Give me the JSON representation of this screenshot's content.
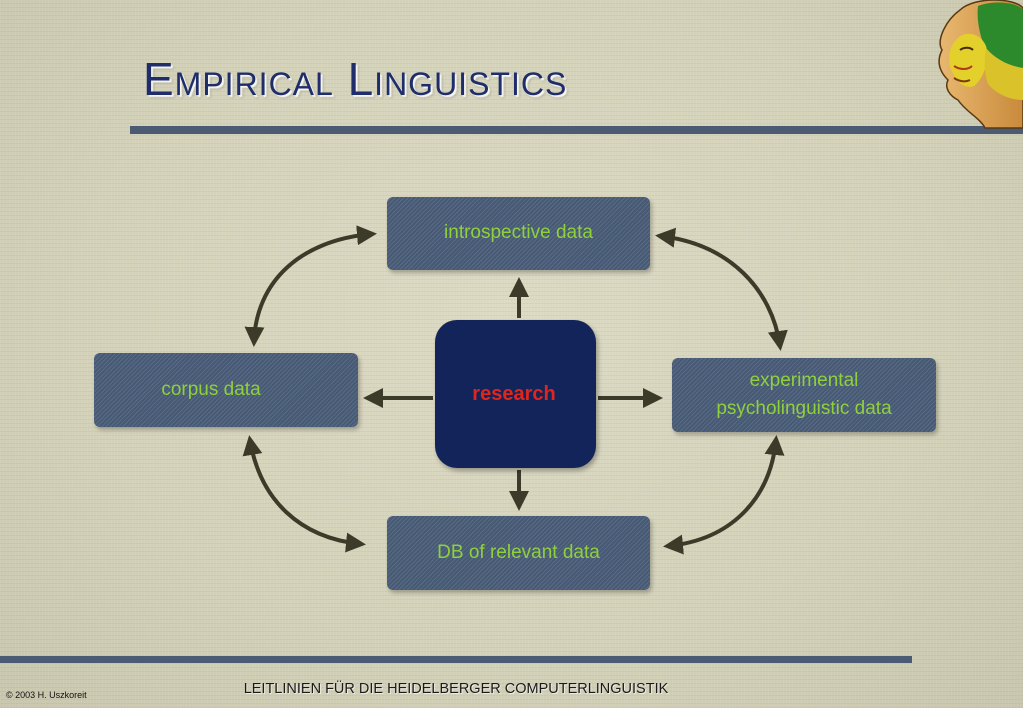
{
  "slide": {
    "title": "Empirical Linguistics",
    "footer": "LEITLINIEN FÜR DIE HEIDELBERGER COMPUTERLINGUISTIK",
    "copyright": "© 2003 H. Uszkoreit"
  },
  "diagram": {
    "center": "research",
    "nodes": {
      "top": "introspective data",
      "left": "corpus data",
      "right_line1": "experimental",
      "right_line2": "psycholinguistic data",
      "bottom": "DB of relevant data"
    }
  },
  "colors": {
    "title": "#1f2d6b",
    "box_fill": "#4a5d79",
    "box_text": "#8fd13a",
    "center_fill": "#13245a",
    "center_text": "#e0251d",
    "arrows": "#3c3b2a",
    "rules": "#4c5b74"
  },
  "icons": {
    "head_logo": "phrenology-head-icon"
  }
}
